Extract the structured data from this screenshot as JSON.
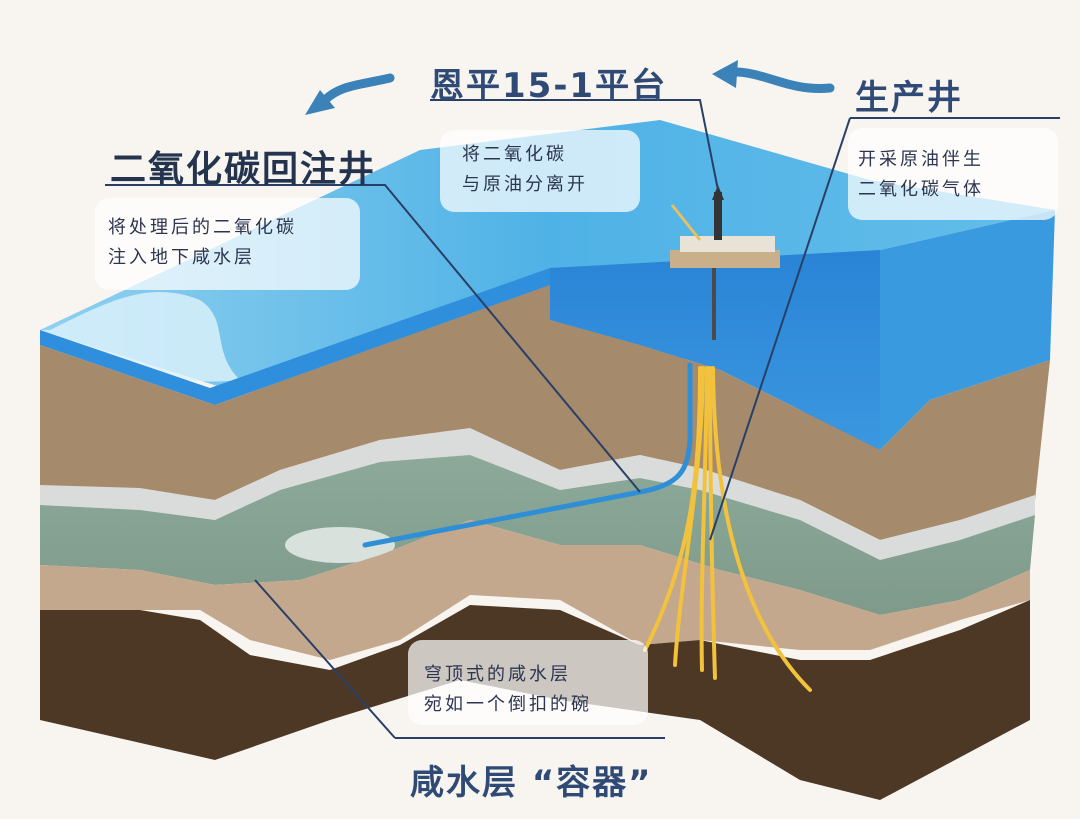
{
  "diagram": {
    "platform": {
      "title": "恩平15-1平台",
      "description": "将二氧化碳\n与原油分离开"
    },
    "injection_well": {
      "title": "二氧化碳回注井",
      "description": "将处理后的二氧化碳\n注入地下咸水层"
    },
    "production_well": {
      "title": "生产井",
      "description": "开采原油伴生\n二氧化碳气体"
    },
    "aquifer": {
      "title": "咸水层 “容器”",
      "description": "穹顶式的咸水层\n宛如一个倒扣的碗"
    },
    "icons": [
      "curved-arrow-left-icon",
      "curved-arrow-left-icon",
      "offshore-platform-icon"
    ],
    "colors": {
      "background": "#f8f5f0",
      "sea_top": "#5cb8e6",
      "sea_side": "#2f8fdc",
      "sediment": "#a58a6c",
      "aquifer": "#8ea595",
      "cap_white": "#d8dbd8",
      "lower_sand": "#c4a88e",
      "bedrock": "#4d3826",
      "injection_pipe": "#2f8fd6",
      "production_pipes": "#f2c23c",
      "title_text": "#2e4a75",
      "arrow": "#3b82b8"
    }
  }
}
